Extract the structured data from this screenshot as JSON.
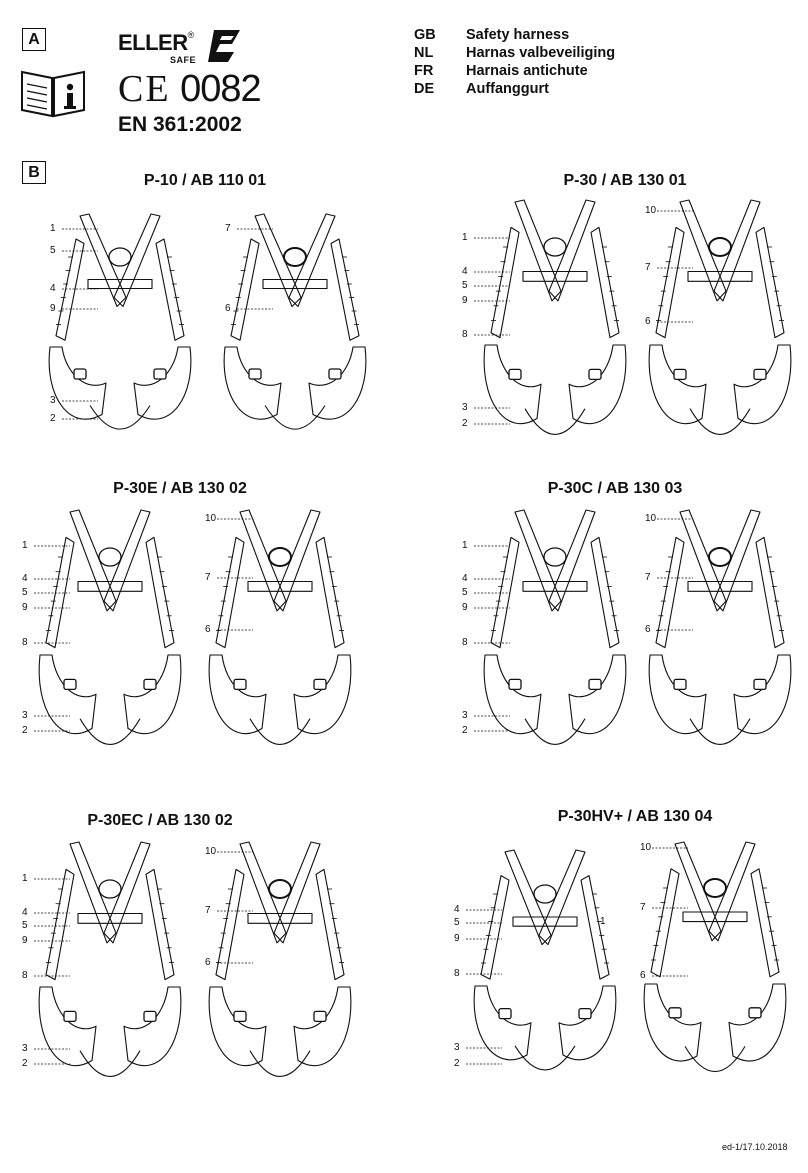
{
  "section_a_label": "A",
  "section_b_label": "B",
  "brand": {
    "name": "ELLER",
    "reg": "®",
    "sub": "SAFE"
  },
  "certification": {
    "ce_mark": "CE",
    "notified_body": "0082",
    "standard": "EN 361:2002"
  },
  "languages": [
    {
      "code": "GB",
      "title": "Safety harness"
    },
    {
      "code": "NL",
      "title": "Harnas valbeveiliging"
    },
    {
      "code": "FR",
      "title": "Harnais antichute"
    },
    {
      "code": "DE",
      "title": "Auffanggurt"
    }
  ],
  "models": [
    {
      "title": "P-10 / AB 110 01",
      "front_labels": [
        "1",
        "5",
        "4",
        "9",
        "3",
        "2"
      ],
      "back_labels": [
        "7",
        "6"
      ]
    },
    {
      "title": "P-30 / AB 130 01",
      "front_labels": [
        "1",
        "4",
        "5",
        "9",
        "8",
        "3",
        "2"
      ],
      "back_labels": [
        "10",
        "7",
        "6"
      ]
    },
    {
      "title": "P-30E / AB 130 02",
      "front_labels": [
        "1",
        "4",
        "5",
        "9",
        "8",
        "3",
        "2"
      ],
      "back_labels": [
        "10",
        "7",
        "6"
      ]
    },
    {
      "title": "P-30C / AB 130 03",
      "front_labels": [
        "1",
        "4",
        "5",
        "9",
        "8",
        "3",
        "2"
      ],
      "back_labels": [
        "10",
        "7",
        "6"
      ]
    },
    {
      "title": "P-30EC / AB 130 02",
      "front_labels": [
        "1",
        "4",
        "5",
        "9",
        "8",
        "3",
        "2"
      ],
      "back_labels": [
        "10",
        "7",
        "6"
      ]
    },
    {
      "title": "P-30HV+ / AB 130 04",
      "front_labels": [
        "4",
        "5",
        "1",
        "9",
        "8",
        "3",
        "2"
      ],
      "back_labels": [
        "10",
        "7",
        "6"
      ]
    }
  ],
  "footer": "ed-1/17.10.2018",
  "colors": {
    "ink": "#111111",
    "paper": "#ffffff"
  }
}
